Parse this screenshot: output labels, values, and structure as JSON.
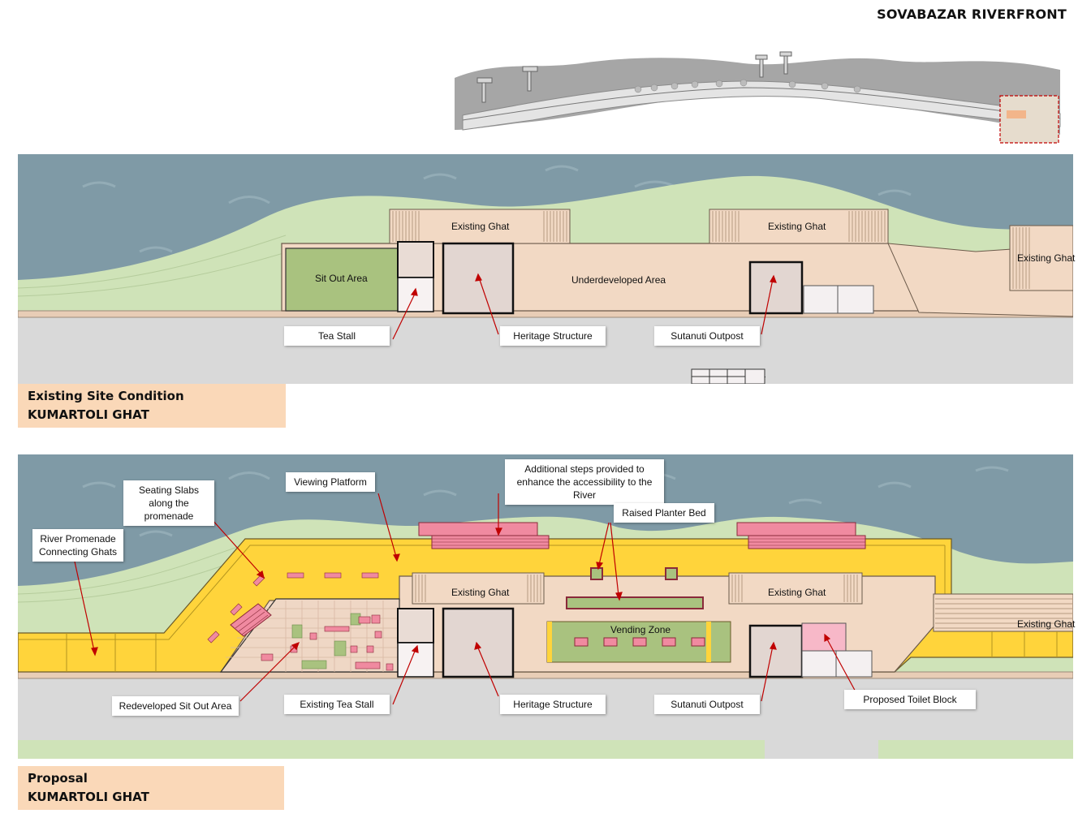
{
  "page_title": "SOVABAZAR RIVERFRONT",
  "existing": {
    "plan_labels": {
      "ghat_left": "Existing Ghat",
      "ghat_right": "Existing Ghat",
      "ghat_far_right": "Existing Ghat",
      "sit_out": "Sit Out Area",
      "underdeveloped": "Underdeveloped Area"
    },
    "callouts": {
      "tea_stall": "Tea Stall",
      "heritage": "Heritage Structure",
      "sutanuti": "Sutanuti Outpost"
    },
    "caption": {
      "line1": "Existing Site Condition",
      "line2": "KUMARTOLI GHAT"
    }
  },
  "proposal": {
    "plan_labels": {
      "ghat_left": "Existing Ghat",
      "ghat_right": "Existing Ghat",
      "ghat_far_right": "Existing Ghat",
      "vending": "Vending Zone"
    },
    "callouts": {
      "seating": "Seating Slabs along the promenade",
      "viewing": "Viewing Platform",
      "steps": "Additional steps provided to enhance the accessibility to the River",
      "planter": "Raised Planter Bed",
      "promenade": "River Promenade Connecting Ghats",
      "sit_out": "Redeveloped Sit Out Area",
      "tea_stall": "Existing Tea Stall",
      "heritage": "Heritage Structure",
      "sutanuti": "Sutanuti Outpost",
      "toilet": "Proposed Toilet Block"
    },
    "caption": {
      "line1": "Proposal",
      "line2": "KUMARTOLI GHAT"
    }
  },
  "colors": {
    "river": "#7f9aa6",
    "riverbank": "#cfe3b8",
    "site": "#f2d9c4",
    "road": "#d9d9d9",
    "promenade": "#ffd43b",
    "pink": "#f08aa0",
    "sit_out_green": "#a9c27f",
    "caption_bg": "#fad8b8"
  }
}
